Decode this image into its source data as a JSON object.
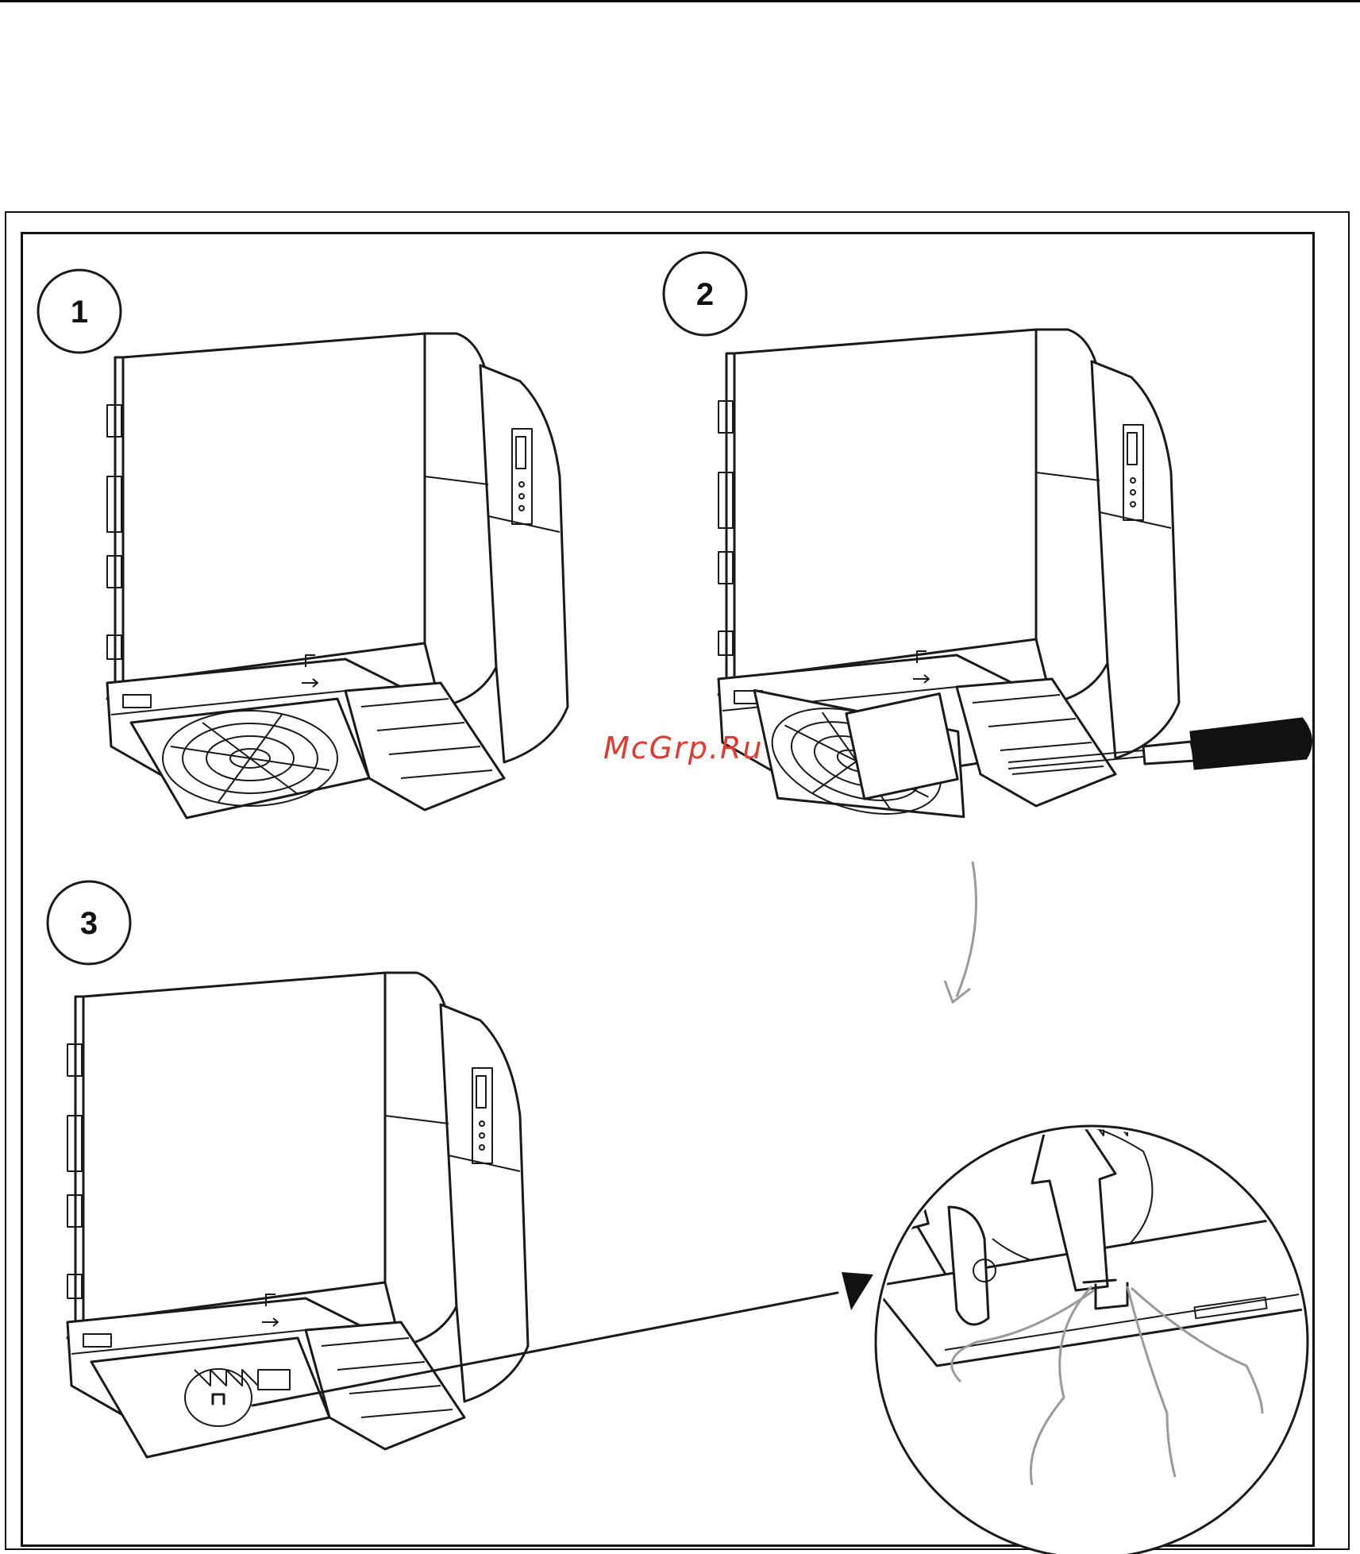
{
  "steps": [
    {
      "number": "1"
    },
    {
      "number": "2"
    },
    {
      "number": "3"
    }
  ],
  "watermark": "McGrp.Ru"
}
